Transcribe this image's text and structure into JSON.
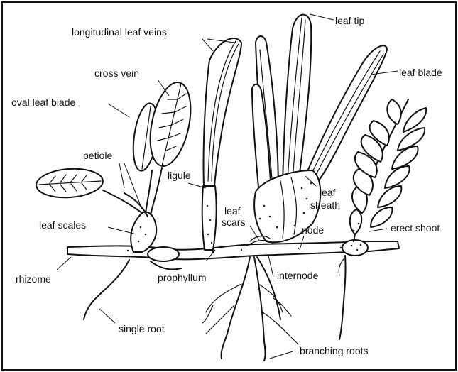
{
  "labels": {
    "leaf_tip": "leaf tip",
    "longitudinal_leaf_veins": "longitudinal leaf veins",
    "leaf_blade": "leaf blade",
    "cross_vein": "cross vein",
    "oval_leaf_blade": "oval leaf blade",
    "petiole": "petiole",
    "ligule": "ligule",
    "leaf_sheath_1": "leaf",
    "leaf_sheath_2": "sheath",
    "leaf_scars_1": "leaf",
    "leaf_scars_2": "scars",
    "leaf_scales": "leaf scales",
    "node": "node",
    "erect_shoot": "erect shoot",
    "rhizome": "rhizome",
    "prophyllum": "prophyllum",
    "internode": "internode",
    "single_root": "single root",
    "branching_roots": "branching roots"
  }
}
